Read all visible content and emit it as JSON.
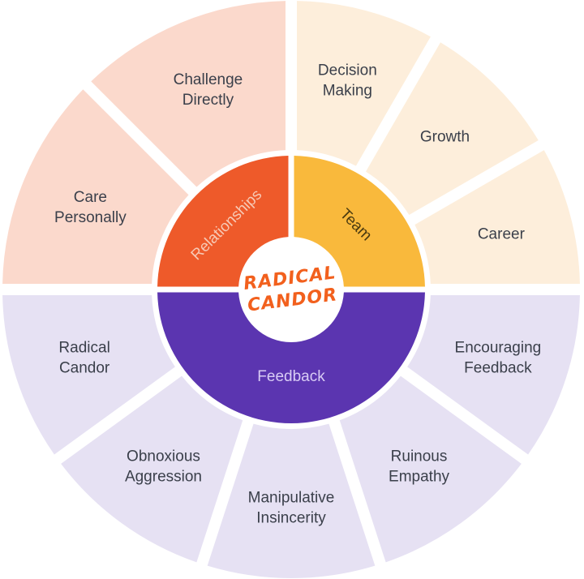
{
  "logo": {
    "line1": "RADICAL",
    "line2": "CANDOR",
    "color": "#f2601d"
  },
  "inner_ring": [
    {
      "label": "Relationships",
      "color": "#ee5a2a",
      "text_color": "#f7c9b5"
    },
    {
      "label": "Team",
      "color": "#f9b93c",
      "text_color": "#4a3a10"
    },
    {
      "label": "Feedback",
      "color": "#5b35b0",
      "text_color": "#d9ccf5"
    }
  ],
  "outer_segments": [
    {
      "lines": [
        "Care",
        "Personally"
      ],
      "color": "#fbd9cc"
    },
    {
      "lines": [
        "Challenge",
        "Directly"
      ],
      "color": "#fbd9cc"
    },
    {
      "lines": [
        "Decision",
        "Making"
      ],
      "color": "#fdeedb"
    },
    {
      "lines": [
        "Growth"
      ],
      "color": "#fdeedb"
    },
    {
      "lines": [
        "Career"
      ],
      "color": "#fdeedb"
    },
    {
      "lines": [
        "Encouraging",
        "Feedback"
      ],
      "color": "#e6e1f3"
    },
    {
      "lines": [
        "Ruinous",
        "Empathy"
      ],
      "color": "#e6e1f3"
    },
    {
      "lines": [
        "Manipulative",
        "Insincerity"
      ],
      "color": "#e6e1f3"
    },
    {
      "lines": [
        "Obnoxious",
        "Aggression"
      ],
      "color": "#e6e1f3"
    },
    {
      "lines": [
        "Radical",
        "Candor"
      ],
      "color": "#e6e1f3"
    }
  ]
}
